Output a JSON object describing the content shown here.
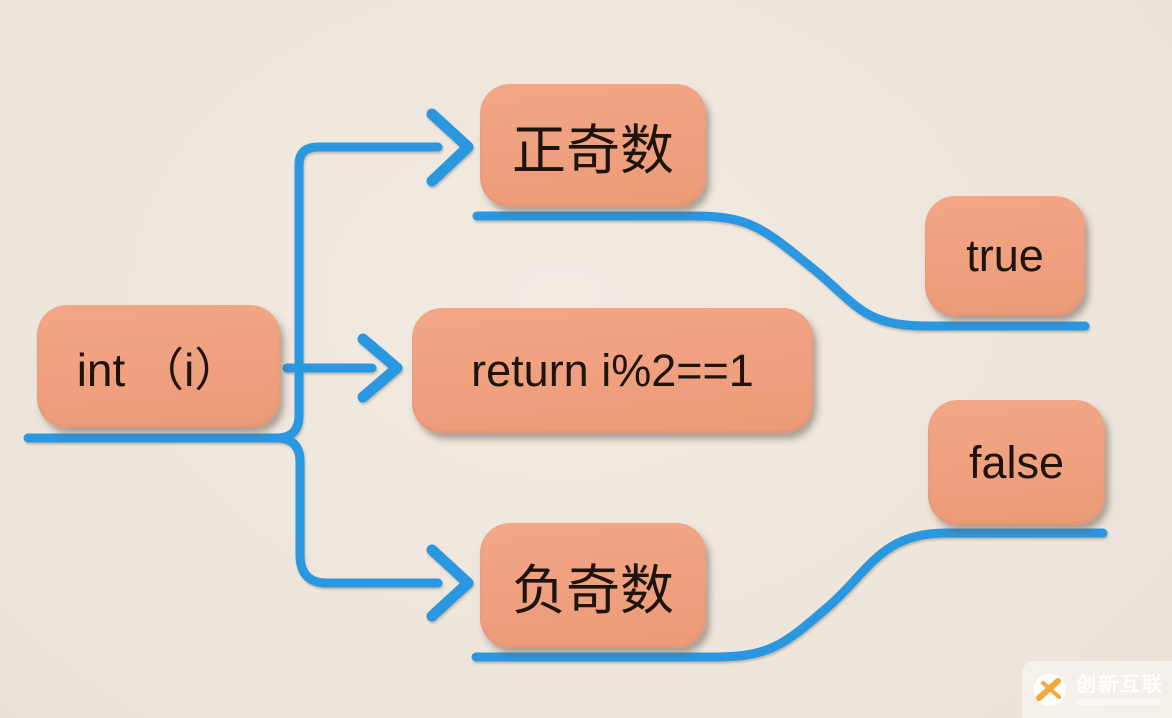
{
  "diagram": {
    "title_implicit": "odd-number check flow",
    "root": {
      "label": "int （i）"
    },
    "branches": {
      "positive": {
        "label": "正奇数"
      },
      "condition": {
        "label": "return i%2==1"
      },
      "negative": {
        "label": "负奇数"
      }
    },
    "results": {
      "true": {
        "label": "true"
      },
      "false": {
        "label": "false"
      }
    },
    "colors": {
      "background": "#ece4da",
      "node_fill": "#ee9e7c",
      "connector": "#2a97e1",
      "text": "#1f130d"
    }
  },
  "watermark": {
    "brand": "创新互联",
    "accent": "#f2a93b"
  }
}
